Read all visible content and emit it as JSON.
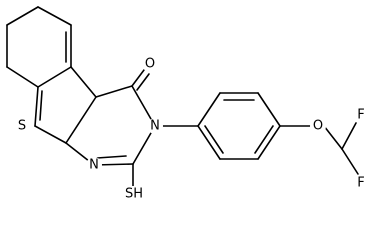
{
  "structure": {
    "atoms": {
      "oxygen_carbonyl": "O",
      "sulfur_thiophene": "S",
      "nitrogen_ring": "N",
      "nitrogen_aryl": "N",
      "thiol": "SH",
      "oxygen_ether": "O",
      "fluorine_top": "F",
      "fluorine_bottom": "F"
    }
  },
  "colors": {
    "bond": "#000000",
    "label": "#000000",
    "background": "#ffffff"
  }
}
